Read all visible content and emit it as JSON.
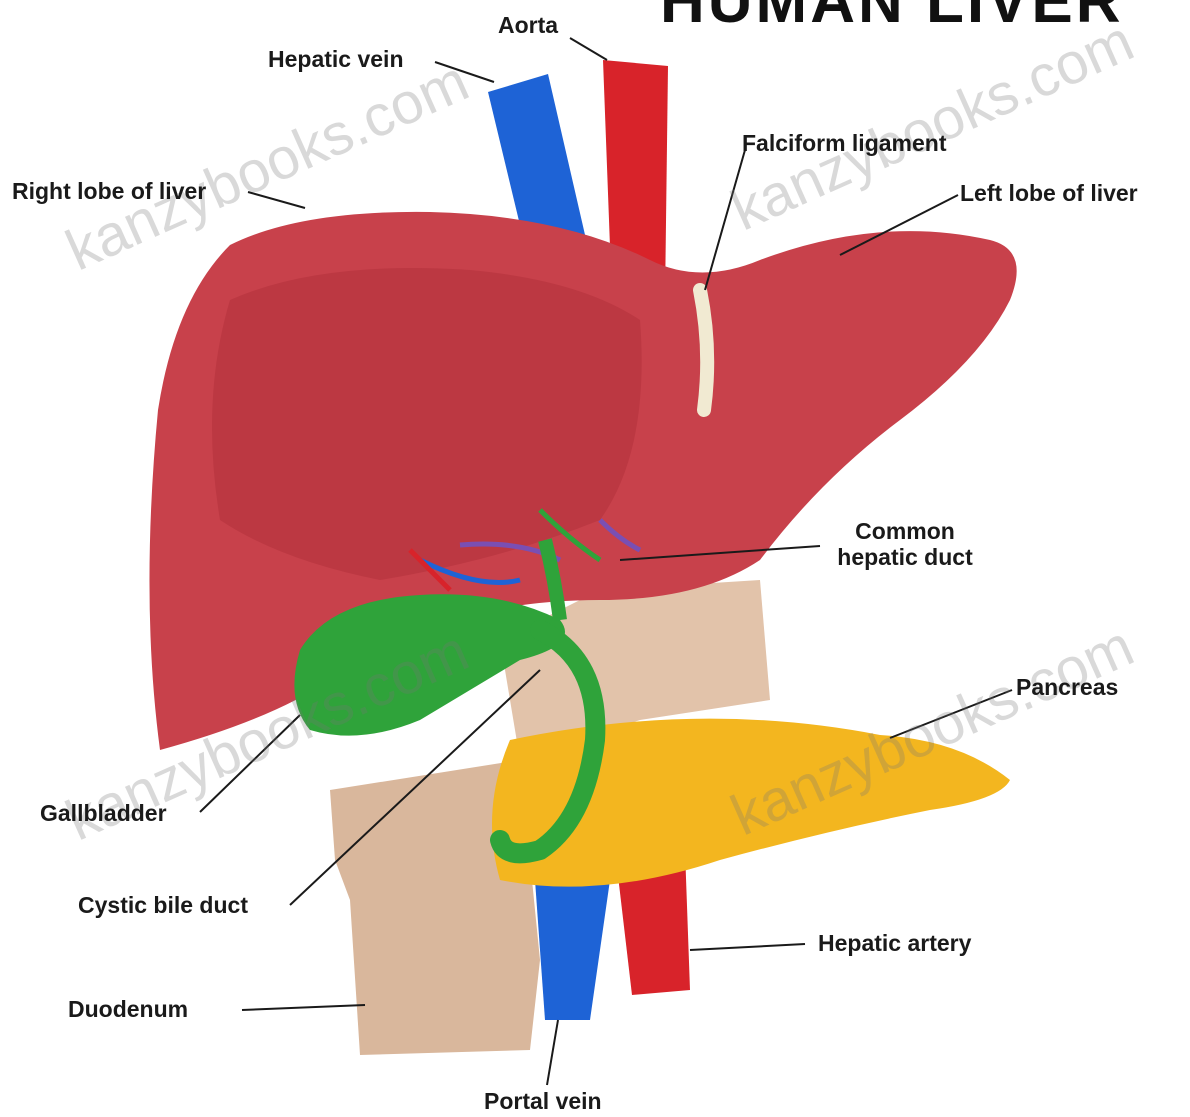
{
  "title_fragment": "HUMAN LIVER",
  "watermark": "kanzybooks.com",
  "labels": {
    "aorta": "Aorta",
    "hepatic_vein": "Hepatic vein",
    "falciform_ligament": "Falciform ligament",
    "right_lobe": "Right lobe of liver",
    "left_lobe": "Left lobe of liver",
    "common_hepatic_duct_line1": "Common",
    "common_hepatic_duct_line2": "hepatic duct",
    "pancreas": "Pancreas",
    "gallbladder": "Gallbladder",
    "cystic_bile_duct": "Cystic bile duct",
    "hepatic_artery": "Hepatic artery",
    "duodenum": "Duodenum",
    "portal_vein": "Portal vein"
  },
  "colors": {
    "liver": "#c8414b",
    "liver_shade": "#b3313d",
    "aorta": "#d8232a",
    "vein": "#1e63d6",
    "gallbladder": "#2fa33a",
    "pancreas": "#f3b61f",
    "duodenum": "#d9b79c",
    "ligament": "#f1ead2"
  }
}
